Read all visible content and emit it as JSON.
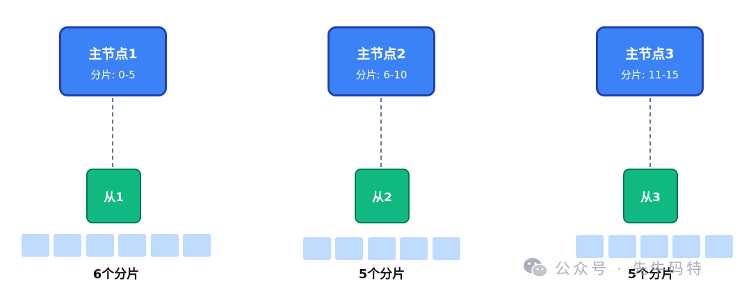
{
  "groups": [
    {
      "master": {
        "title": "主节点1",
        "range": "分片: 0-5"
      },
      "slave": "从1",
      "shard_count": 6,
      "count_label": "6个分片"
    },
    {
      "master": {
        "title": "主节点2",
        "range": "分片: 6-10"
      },
      "slave": "从2",
      "shard_count": 5,
      "count_label": "5个分片"
    },
    {
      "master": {
        "title": "主节点3",
        "range": "分片: 11-15"
      },
      "slave": "从3",
      "shard_count": 5,
      "count_label": "5个分片"
    }
  ],
  "watermark": {
    "icon": "wechat-icon",
    "text": "公众号 · 先牛码特"
  },
  "colors": {
    "master": "#3b82f6",
    "master_border": "#1e40af",
    "slave": "#10b981",
    "shard": "#bfdbfe",
    "connector": "#64748b"
  }
}
